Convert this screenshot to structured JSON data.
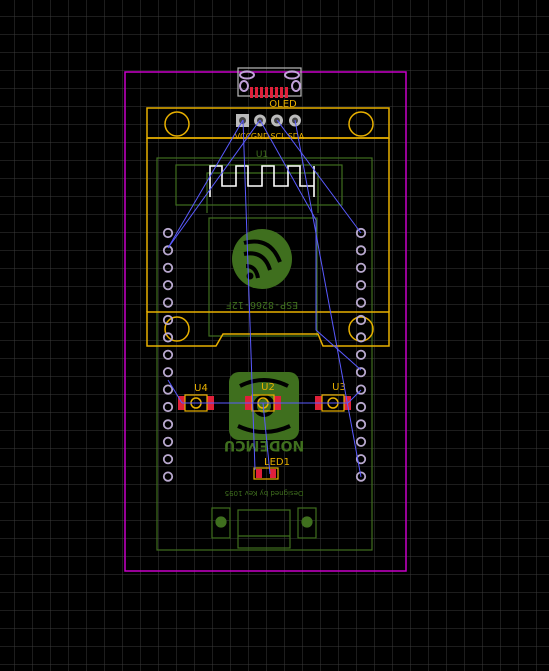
{
  "colors": {
    "background": "#000000",
    "grid": "#3a3a3a",
    "board_outline": "#c800c8",
    "top_silk": "#e8b000",
    "bottom_silk": "#3f6f1e",
    "copper_pad": "#e0203a",
    "ratsnest": "#5a5aff",
    "pad_hole": "#b9a9cf"
  },
  "icons": {
    "usb_connector": "usb-connector-icon",
    "espressif_logo": "espressif-logo-icon",
    "nodemcu_logo": "nodemcu-logo-icon"
  },
  "labels": {
    "oled_ref": "OLED",
    "pin_vcc": "VCC",
    "pin_gnd": "GND",
    "pin_scl": "SCL",
    "pin_sda": "SDA",
    "u1_ref": "U1",
    "module_name": "ESP-8266-12F",
    "u2_ref": "U2",
    "u3_ref": "U3",
    "u4_ref": "U4",
    "nodemcu_text": "NODEMCU",
    "led_ref": "LED1",
    "designer": "Designed by Kev 1095"
  }
}
